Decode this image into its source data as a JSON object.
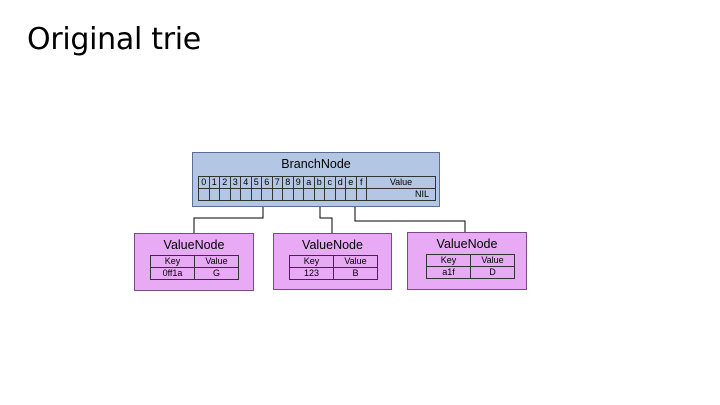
{
  "title": "Original trie",
  "branch_node": {
    "label": "BranchNode",
    "slots": [
      "0",
      "1",
      "2",
      "3",
      "4",
      "5",
      "6",
      "7",
      "8",
      "9",
      "a",
      "b",
      "c",
      "d",
      "e",
      "f"
    ],
    "value_header": "Value",
    "value": "NIL"
  },
  "value_nodes": [
    {
      "label": "ValueNode",
      "key_header": "Key",
      "value_header": "Value",
      "key": "0ff1a",
      "value": "G"
    },
    {
      "label": "ValueNode",
      "key_header": "Key",
      "value_header": "Value",
      "key": "123",
      "value": "B"
    },
    {
      "label": "ValueNode",
      "key_header": "Key",
      "value_header": "Value",
      "key": "a1f",
      "value": "D"
    }
  ],
  "colors": {
    "branch_fill": "#b3c6e4",
    "value_node_fill": "#e8aaf5"
  }
}
